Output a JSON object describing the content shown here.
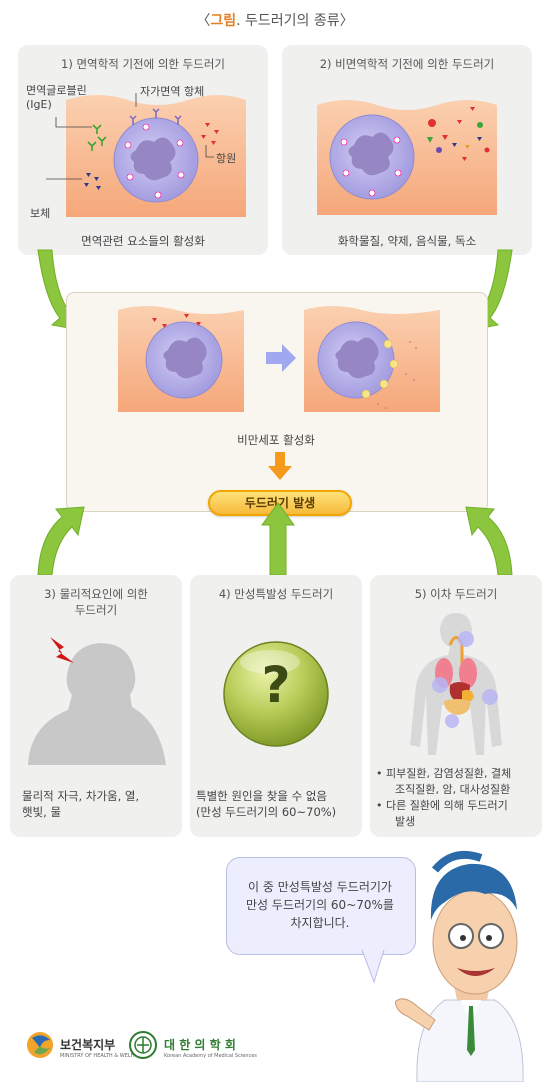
{
  "title": {
    "open": "〈",
    "bold": "그림",
    "rest": ". 두드러기의 종류〉"
  },
  "panels": {
    "p1": {
      "title": "1) 면역학적 기전에 의한 두드러기",
      "caption": "면역관련 요소들의 활성화",
      "labels": {
        "igE_line1": "면역글로블린",
        "igE_line2": "(IgE)",
        "auto": "자가면역 항체",
        "antigen": "항원",
        "complement": "보체"
      }
    },
    "p2": {
      "title": "2) 비면역학적 기전에 의한 두드러기",
      "caption": "화학물질, 약제, 음식물, 독소"
    },
    "p3": {
      "title_line1": "3) 물리적요인에 의한",
      "title_line2": "두드러기",
      "caption_line1": "물리적 자극, 차가움, 열,",
      "caption_line2": "햇빛, 물"
    },
    "p4": {
      "title": "4) 만성특발성 두드러기",
      "caption_line1": "특별한 원인을 찾을 수 없음",
      "caption_line2": "(만성 두드러기의 60~70%)",
      "symbol": "?"
    },
    "p5": {
      "title": "5) 이차 두드러기",
      "bullets": [
        "• 피부질환, 감염성질환, 결체",
        "조직질환, 암, 대사성질환",
        "• 다른 질환에 의해 두드러기",
        "발생"
      ]
    }
  },
  "center": {
    "mast_cell_label": "비만세포 활성화",
    "outbreak_label": "두드러기 발생"
  },
  "bubble": {
    "line1": "이 중 만성특발성 두드러기가",
    "line2": "만성 두드러기의 60~70%를",
    "line3": "차지합니다."
  },
  "logos": {
    "mohw": "보건복지부",
    "mohw_sub": "MINISTRY OF HEALTH & WELFARE",
    "kams": "대 한 의 학 회",
    "kams_sub": "Korean Academy of Medical Sciences"
  },
  "colors": {
    "accent": "#e67e22",
    "arrow_green": "#8cc63f",
    "skin": "#f7b98f",
    "cell": "#b9b3e8",
    "nucleus": "#9d8ac6",
    "outbreak_fill": "#fbd15b"
  }
}
